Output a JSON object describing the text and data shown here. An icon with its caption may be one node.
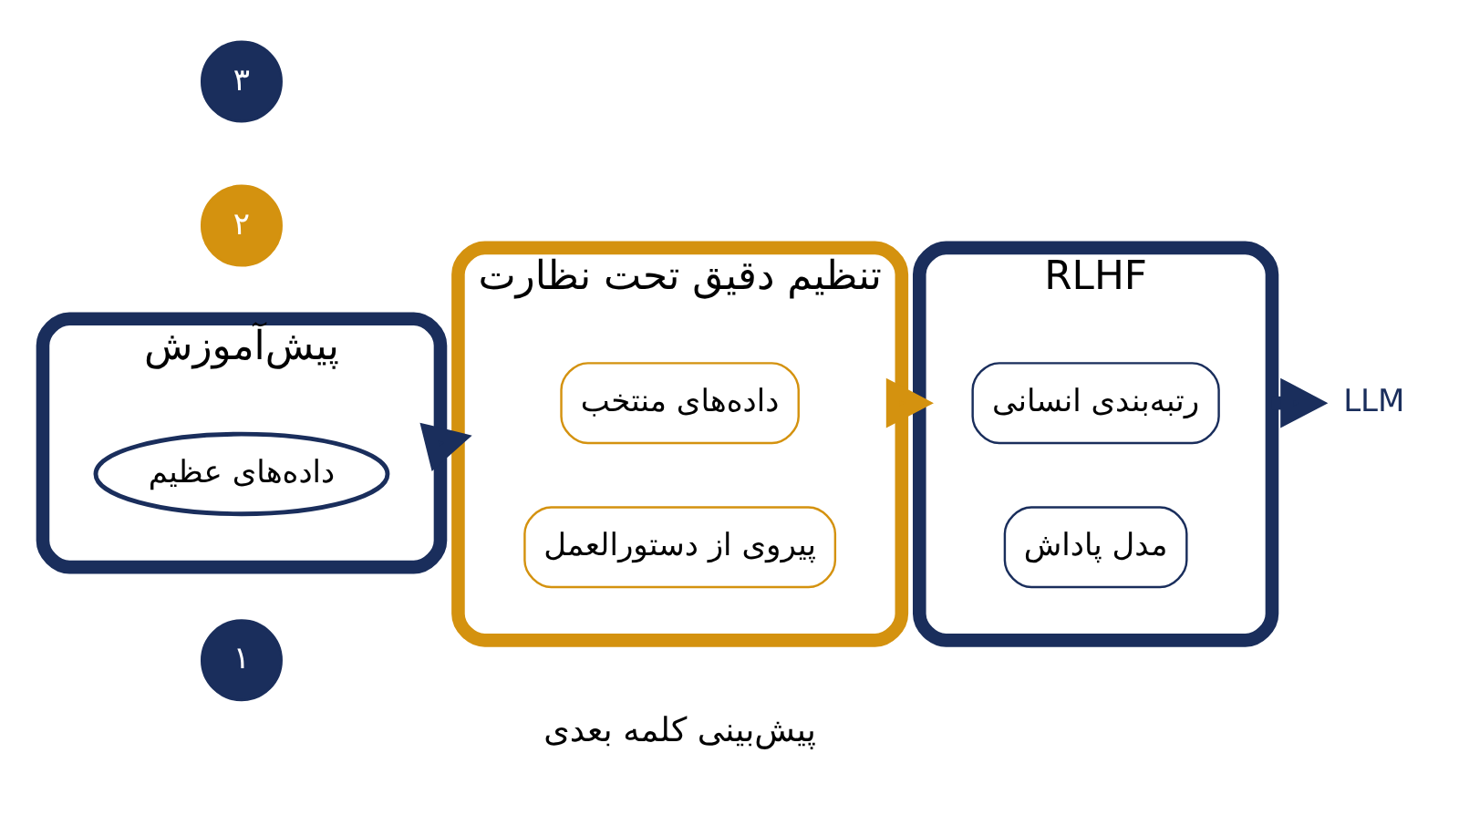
{
  "diagram": {
    "nodes": [
      {
        "text": [
          "۱"
        ]
      },
      {
        "text": [
          "پیش‌آموزش"
        ]
      },
      {
        "text": [
          "داده‌های عظیم"
        ],
        "in": 1
      },
      {
        "text": [
          "۲"
        ]
      },
      {
        "text": [
          "تنظیم دقیق تحت نظارت"
        ]
      },
      {
        "text": [
          "داده‌های منتخب"
        ],
        "in": 4
      },
      {
        "text": [
          "پیروی از دستورالعمل"
        ],
        "in": 4
      },
      {
        "text": [
          "۳"
        ]
      },
      {
        "text": [
          "RLHF"
        ]
      },
      {
        "text": [
          "رتبه‌بندی انسانی"
        ],
        "in": 8
      },
      {
        "text": [
          "مدل پاداش"
        ],
        "in": 8
      },
      {
        "text": [
          "LLM"
        ]
      }
    ],
    "edges": [
      {
        "from": 1,
        "to": 4,
        "arrow": "to"
      },
      {
        "from": 4,
        "to": 8,
        "arrow": "to",
        "color": "#d4920f"
      },
      {
        "from": 8,
        "to": 11,
        "arrow": "to"
      }
    ],
    "labels": [
      "پیش‌بینی کلمه بعدی"
    ]
  }
}
